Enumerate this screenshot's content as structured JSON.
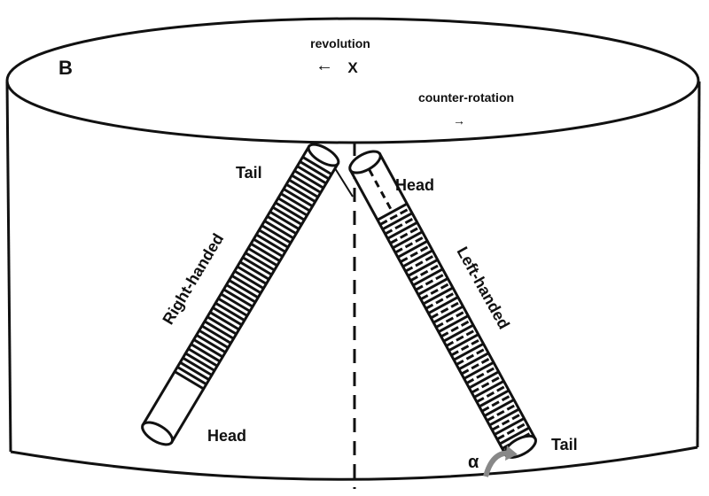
{
  "panel_label": "B",
  "top_face": {
    "revolution_label": "revolution",
    "revolution_arrow": "←",
    "axis_mark": "X",
    "counter_rotation_label": "counter-rotation",
    "counter_rotation_arrow": "→"
  },
  "right_handed_tube": {
    "label": "Right-handed",
    "top_end_label": "Tail",
    "bottom_end_label": "Head"
  },
  "left_handed_tube": {
    "label": "Left-handed",
    "top_end_label": "Head",
    "bottom_end_label": "Tail"
  },
  "angle_symbol": "α",
  "colors": {
    "stroke": "#111111",
    "background": "#ffffff",
    "angle_arrow": "#888888"
  }
}
